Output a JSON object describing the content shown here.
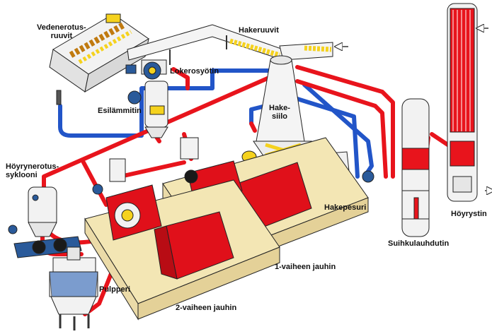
{
  "labels": {
    "vedenerotus_1": "Vedenerotus-",
    "vedenerotus_2": "ruuvit",
    "hakeruuvit": "Hakeruuvit",
    "lokerosyotin": "Lokerosyötin",
    "esilammitin": "Esilämmitin",
    "hakesiilo_1": "Hake-",
    "hakesiilo_2": "siilo",
    "hoyrynerotus_1": "Höyrynerotus-",
    "hoyrynerotus_2": "syklooni",
    "hakepesuri": "Hakepesuri",
    "suihkulauhdutin": "Suihkulauhdutin",
    "hoyrystin": "Höyrystin",
    "vaihe1": "1-vaiheen jauhin",
    "pulpperi": "Pulpperi",
    "vaihe2": "2-vaiheen jauhin"
  },
  "colors": {
    "steam_pipe": "#e8141c",
    "water_pipe": "#2255c8",
    "refiner_body": "#e0101a",
    "base_block": "#f3e6b4",
    "vessel": "#f2f2f2",
    "chip_yellow": "#f5d21e",
    "outline": "#222222"
  }
}
